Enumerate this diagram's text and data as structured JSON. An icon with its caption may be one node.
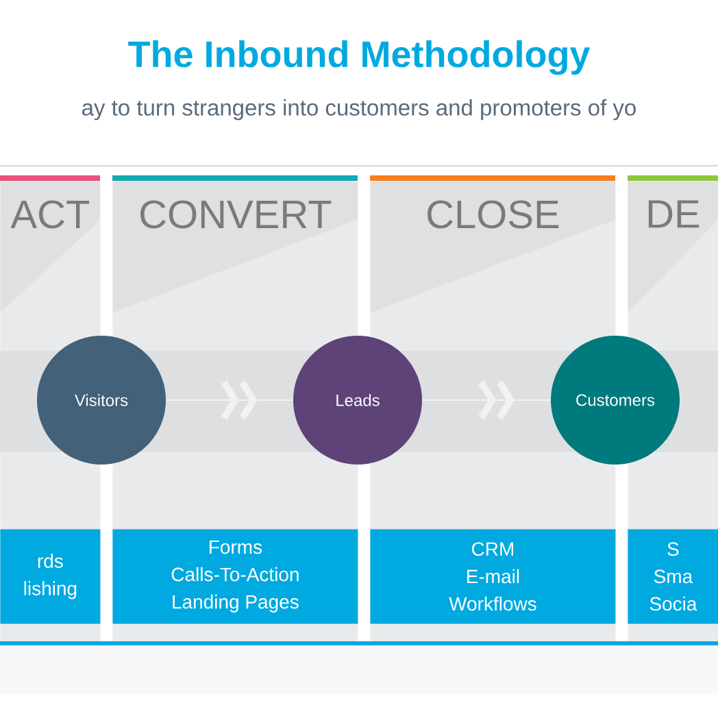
{
  "diagram": {
    "title": "The Inbound Methodology",
    "nodes": [
      {
        "text": [
          "ACT"
        ]
      },
      {
        "text": [
          "rds",
          "lishing"
        ],
        "in": 0
      },
      {
        "text": [
          "CONVERT"
        ]
      },
      {
        "text": [
          "Forms",
          "Calls-To-Action",
          "Landing Pages"
        ],
        "in": 2
      },
      {
        "text": [
          "CLOSE"
        ]
      },
      {
        "text": [
          "CRM",
          "E-mail",
          "Workflows"
        ],
        "in": 4
      },
      {
        "text": [
          "DE"
        ]
      },
      {
        "text": [
          "S",
          "Sma",
          "Socia"
        ],
        "in": 6
      },
      {
        "text": [
          "Visitors"
        ]
      },
      {
        "text": [
          "Leads"
        ]
      },
      {
        "text": [
          "Customers"
        ]
      }
    ],
    "edges": [
      {
        "from": 8,
        "to": 9,
        "arrow": "to"
      },
      {
        "from": 9,
        "to": 10,
        "arrow": "to"
      }
    ],
    "labels": [
      "ay to turn strangers into customers and promoters of yo"
    ]
  }
}
